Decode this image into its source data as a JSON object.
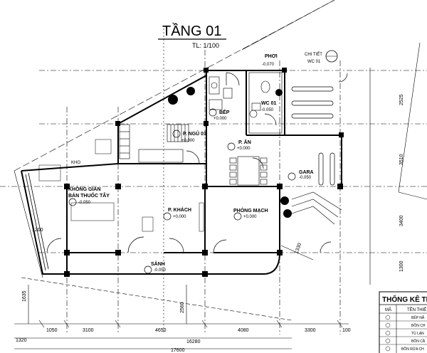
{
  "title": "TẦNG 01",
  "scale": "TL: 1/100",
  "rooms": {
    "phoi": "PHƠI",
    "phoi_lvl": "-0.070",
    "chitiet_1": "CHI TIẾT",
    "chitiet_2": "WC 01",
    "wc": "WC 01",
    "wc_lvl": "-0.050",
    "bep": "BẾP",
    "bep_lvl": "+0.000",
    "ngu": "P. NGỦ 01",
    "ngu_lvl": "+0.000",
    "an": "P. ĂN",
    "an_lvl": "+0.000",
    "kho": "KHO",
    "kg_1": "KHÔNG GIAN",
    "kg_2": "BÁN THUỐC TÂY",
    "kg_lvl": "-0.050",
    "garage": "GARA",
    "garage_lvl": "-0.050",
    "khach": "P. KHÁCH",
    "khach_lvl": "+0.000",
    "mach": "PHÒNG MẠCH",
    "mach_lvl": "+0.000",
    "sanh": "SẢNH",
    "sanh_lvl": "-0.050"
  },
  "tag_code": "01",
  "dims": {
    "bottom": [
      "1050",
      "3100",
      "4650",
      "4080",
      "3300",
      "100"
    ],
    "bottom_total": "16280",
    "bottom_total2": "17600",
    "left_1320": "1320",
    "right": [
      "2525",
      "3510",
      "3400",
      "1300"
    ],
    "d1200": "1200",
    "d1330": "1330",
    "d1635": "1635",
    "d2560": "2560"
  },
  "table": {
    "title": "THỐNG KÊ TH",
    "col_ma": "MÃ",
    "col_ten": "TÊN THIẾ",
    "rows": [
      "BẾP NẤ",
      "BỒN CH",
      "TỦ LẠN",
      "BỒN CẦ",
      "BỒN RỬA CH"
    ]
  }
}
